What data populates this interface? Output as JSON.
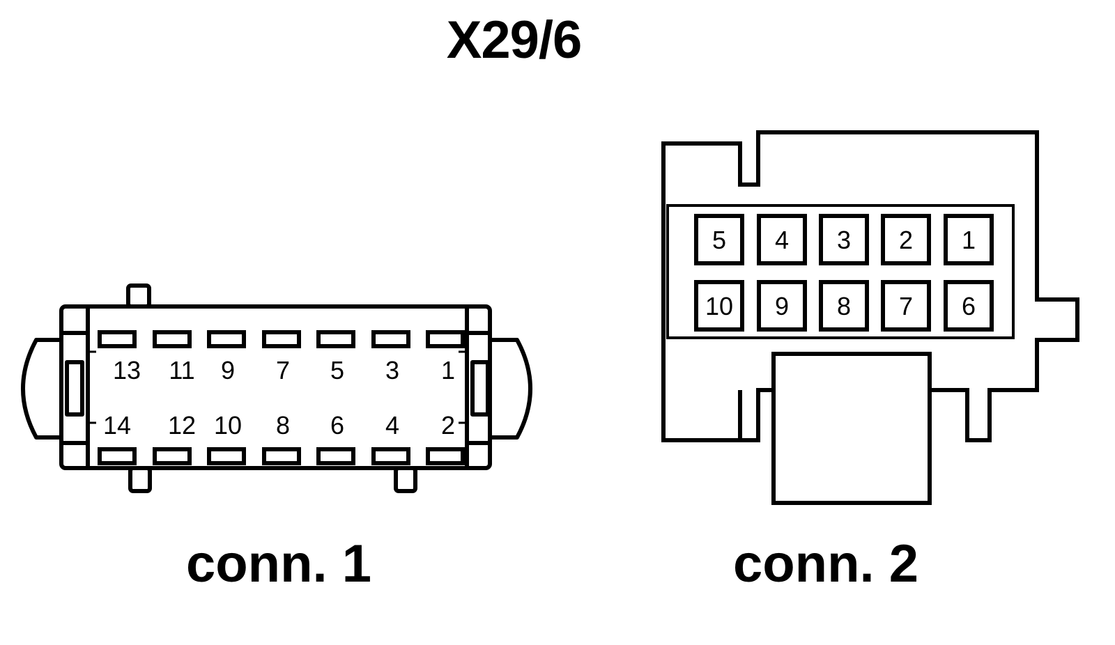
{
  "diagram": {
    "title": "X29/6",
    "connector_1": {
      "label": "conn. 1",
      "top_row_pins": [
        "13",
        "11",
        "9",
        "7",
        "5",
        "3",
        "1"
      ],
      "bottom_row_pins": [
        "14",
        "12",
        "10",
        "8",
        "6",
        "4",
        "2"
      ]
    },
    "connector_2": {
      "label": "conn. 2",
      "top_row_pins": [
        "5",
        "4",
        "3",
        "2",
        "1"
      ],
      "bottom_row_pins": [
        "10",
        "9",
        "8",
        "7",
        "6"
      ]
    },
    "colors": {
      "stroke": "#000000",
      "background": "#ffffff"
    }
  }
}
